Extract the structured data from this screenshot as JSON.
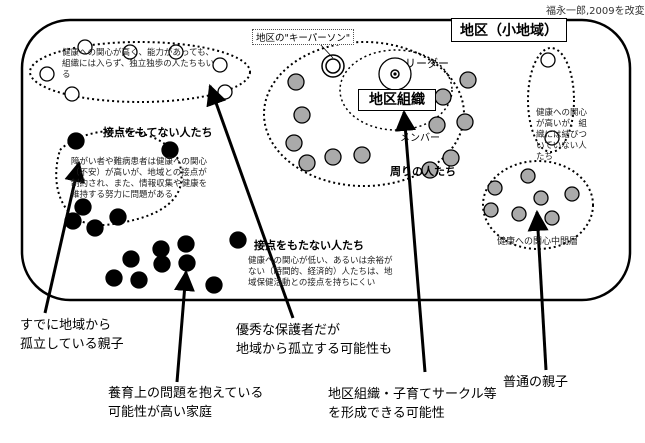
{
  "credit": "福永一郎,2009を改変",
  "area_title": "地区（小地域）",
  "keeper_label": "地区の\"キーパーソン\"",
  "leader_label": "リーダー",
  "member_label": "メンバー",
  "org_label": "地区組織",
  "surrounding_label": "周りの人たち",
  "high_interest_text": "健康への関心が高く、能力があっても、組織には入らず、独立独歩の人たちもいる",
  "high_interest_not_linked_text": "健康への関心が高いが、組織には結びついていない人たち",
  "middle_layer_label": "健康への関心中間層",
  "no_contact_title_1": "接点をもてない人たち",
  "no_contact_text_1": "障がい者や難病患者は健康への関心（不安）が高いが、地域との接点が制約され、また、情報収集や健康を維持する努力に問題がある",
  "no_contact_title_2": "接点をもたない人たち",
  "no_contact_text_2": "健康への関心が低い、あるいは余裕がない（時間的、経済的）人たちは、地域保健活動との接点を持ちにくい",
  "captions": {
    "isolated": [
      "すでに地域から",
      "孤立している親子"
    ],
    "problems": [
      "養育上の問題を抱えている",
      "可能性が高い家庭"
    ],
    "excellent": [
      "優秀な保護者だが",
      "地域から孤立する可能性も"
    ],
    "circle": [
      "地区組織・子育てサークル等",
      "を形成できる可能性"
    ],
    "ordinary": [
      "普通の親子"
    ]
  },
  "colors": {
    "black_dot": "#000000",
    "gray_dot": "#aaaaaa",
    "white_dot": "#ffffff"
  }
}
